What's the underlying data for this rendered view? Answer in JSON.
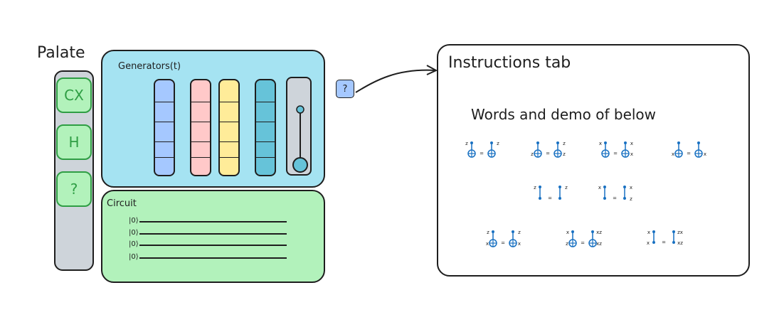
{
  "palate": {
    "title": "Palate",
    "items": [
      {
        "label": "CX"
      },
      {
        "label": "H"
      },
      {
        "label": "?"
      }
    ]
  },
  "generators": {
    "title": "Generators(t)",
    "columns": [
      {
        "fill": "#a5c8ff",
        "stroke": "#1e1e1e"
      },
      {
        "fill": "#ffc9c9",
        "stroke": "#1e1e1e"
      },
      {
        "fill": "#ffec99",
        "stroke": "#1e1e1e"
      },
      {
        "fill": "#66c3d9",
        "stroke": "#1e1e1e"
      }
    ],
    "slider_value": 0
  },
  "circuit": {
    "title": "Circuit",
    "qubits": [
      "|0⟩",
      "|0⟩",
      "|0⟩",
      "|0⟩"
    ]
  },
  "help_button": {
    "label": "?"
  },
  "instructions": {
    "title": "Instructions tab",
    "subtitle": "Words and demo of below",
    "identity_labels": {
      "r1": [
        {
          "lt": "z",
          "rt": "z",
          "lb": "",
          "rb": ""
        },
        {
          "lt": "",
          "rt": "z",
          "lb": "z",
          "rb": "z"
        },
        {
          "lt": "x",
          "rt": "x",
          "lb": "",
          "rb": "x"
        },
        {
          "lt": "",
          "rt": "",
          "lb": "x",
          "rb": "x"
        }
      ],
      "r2": [
        {
          "lt": "z",
          "rt": "z",
          "lb": "",
          "rb": ""
        },
        {
          "lt": "x",
          "rt": "x",
          "lb": "",
          "rb": "z"
        }
      ],
      "r3": [
        {
          "lt": "z",
          "rt": "z",
          "lb": "x",
          "rb": "x"
        },
        {
          "lt": "x",
          "rt": "xz",
          "lb": "z",
          "rb": "xz"
        },
        {
          "lt": "x",
          "rt": "zx",
          "lb": "x",
          "rb": "xz"
        }
      ]
    },
    "equals": "="
  },
  "colors": {
    "ink": "#1e1e1e",
    "blue": "#1971c2",
    "green": "#2f9e44",
    "palette_bg": "#ced4da",
    "generators_bg": "#a5e3f2",
    "circuit_bg": "#b2f2bb",
    "help_bg": "#a5c8ff"
  }
}
